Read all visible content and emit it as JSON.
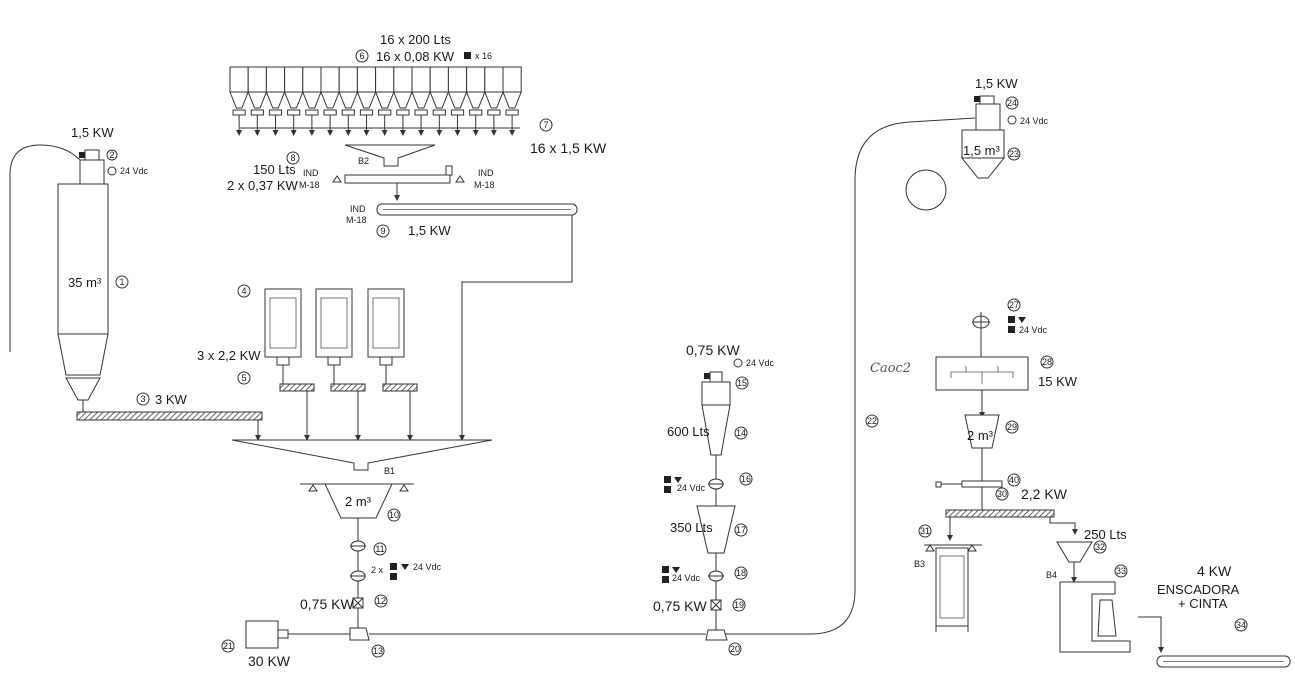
{
  "components": {
    "silo": {
      "power": "1,5 KW",
      "volume": "35 m³",
      "tag": "1",
      "motor_tag": "2",
      "sensor": "24 Vdc"
    },
    "screw3": {
      "tag": "3",
      "power": "3 KW"
    },
    "big_bags": {
      "tag": "4",
      "feeder_tag": "5",
      "power": "3 x 2,2 KW"
    },
    "hoppers": {
      "tag": "6",
      "line1": "16 x 200 Lts",
      "line2": "16 x 0,08 KW",
      "multiplier": "x 16",
      "screw_tag": "7",
      "screw_power": "16 x 1,5 KW"
    },
    "weigher_b2": {
      "tag": "8",
      "name": "B2",
      "volume": "150 Lts",
      "power": "2 x 0,37 KW",
      "ind_left": "IND\nM-18",
      "ind_right": "IND\nM-18"
    },
    "conveyor9": {
      "tag": "9",
      "power": "1,5 KW",
      "ind": "IND\nM-18"
    },
    "mixer_b1": {
      "tag": "10",
      "name": "B1",
      "volume": "2 m³"
    },
    "valve11": {
      "tag": "11"
    },
    "valve12": {
      "tag": "12",
      "power": "0,75 KW",
      "note": "2 x",
      "sensor": "24 Vdc"
    },
    "pump13": {
      "tag": "13"
    },
    "tank14": {
      "tag": "14",
      "volume": "600 Lts"
    },
    "motor15": {
      "tag": "15",
      "power": "0,75 KW",
      "sensor": "24 Vdc"
    },
    "valve16": {
      "tag": "16",
      "sensor": "24 Vdc"
    },
    "tank17": {
      "tag": "17",
      "volume": "350 Lts"
    },
    "valve18": {
      "tag": "18",
      "sensor": "24 Vdc"
    },
    "valve19": {
      "tag": "19",
      "power": "0,75 KW"
    },
    "pump20": {
      "tag": "20"
    },
    "compressor21": {
      "tag": "21",
      "power": "30 KW"
    },
    "pipe22": {
      "tag": "22"
    },
    "cyclone23": {
      "tag": "23",
      "volume": "1,5 m³"
    },
    "motor24": {
      "tag": "24",
      "power": "1,5 KW",
      "sensor": "24 Vdc"
    },
    "valve27": {
      "tag": "27",
      "sensor": "24 Vdc"
    },
    "sifter28": {
      "tag": "28",
      "power": "15 KW",
      "handwriting": "Caoc2"
    },
    "hopper29": {
      "tag": "29",
      "volume": "2 m³"
    },
    "gate40": {
      "tag": "40"
    },
    "screw30": {
      "tag": "30",
      "power": "2,2 KW"
    },
    "bag31": {
      "tag": "31",
      "name": "B3"
    },
    "hopper32": {
      "tag": "32",
      "volume": "250 Lts",
      "name": "B4"
    },
    "bagger33": {
      "tag": "33"
    },
    "bagger34": {
      "tag": "34",
      "power": "4 KW",
      "line1": "ENSCADORA",
      "line2": "+ CINTA"
    }
  }
}
